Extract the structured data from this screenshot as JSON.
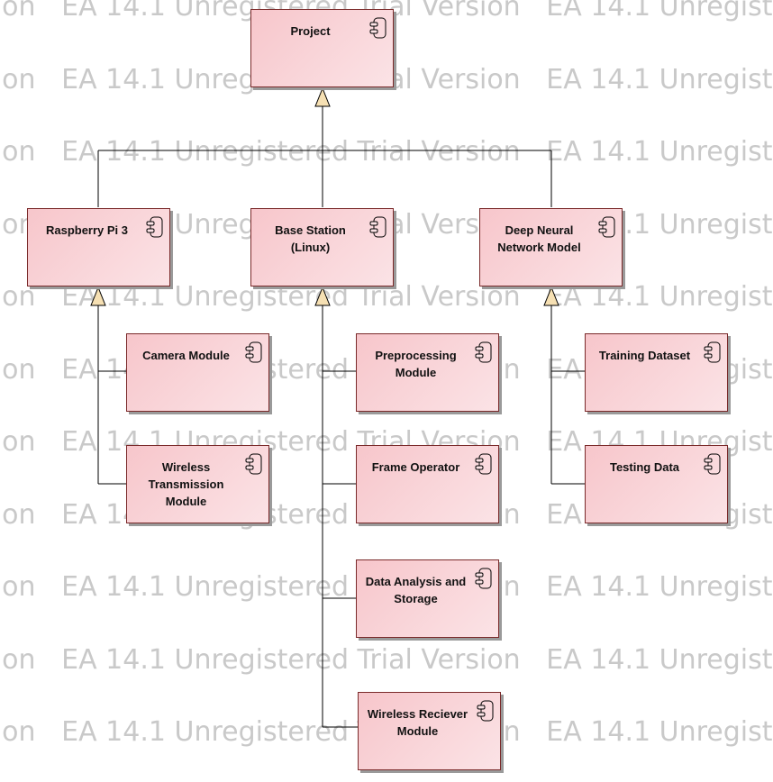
{
  "watermark": {
    "text": "EA 14.1 Unregistered Trial Version"
  },
  "components": {
    "project": "Project",
    "raspberry": "Raspberry Pi 3",
    "base": "Base Station\n(Linux)",
    "dnn": "Deep Neural\nNetwork Model",
    "camera": "Camera Module",
    "wireless_tx": "Wireless\nTransmission\nModule",
    "preprocessing": "Preprocessing\nModule",
    "frame": "Frame Operator",
    "data_analysis": "Data Analysis and\nStorage",
    "wireless_rx": "Wireless Reciever\nModule",
    "training": "Training Dataset",
    "testing": "Testing Data"
  },
  "colors": {
    "fill_start": "#f7c6cb",
    "fill_end": "#fbe3e6",
    "border": "#7a2a2a",
    "arrowhead": "#f6e0b3",
    "line": "#000000",
    "watermark": "#c9c9c9"
  },
  "icon": "component-icon"
}
